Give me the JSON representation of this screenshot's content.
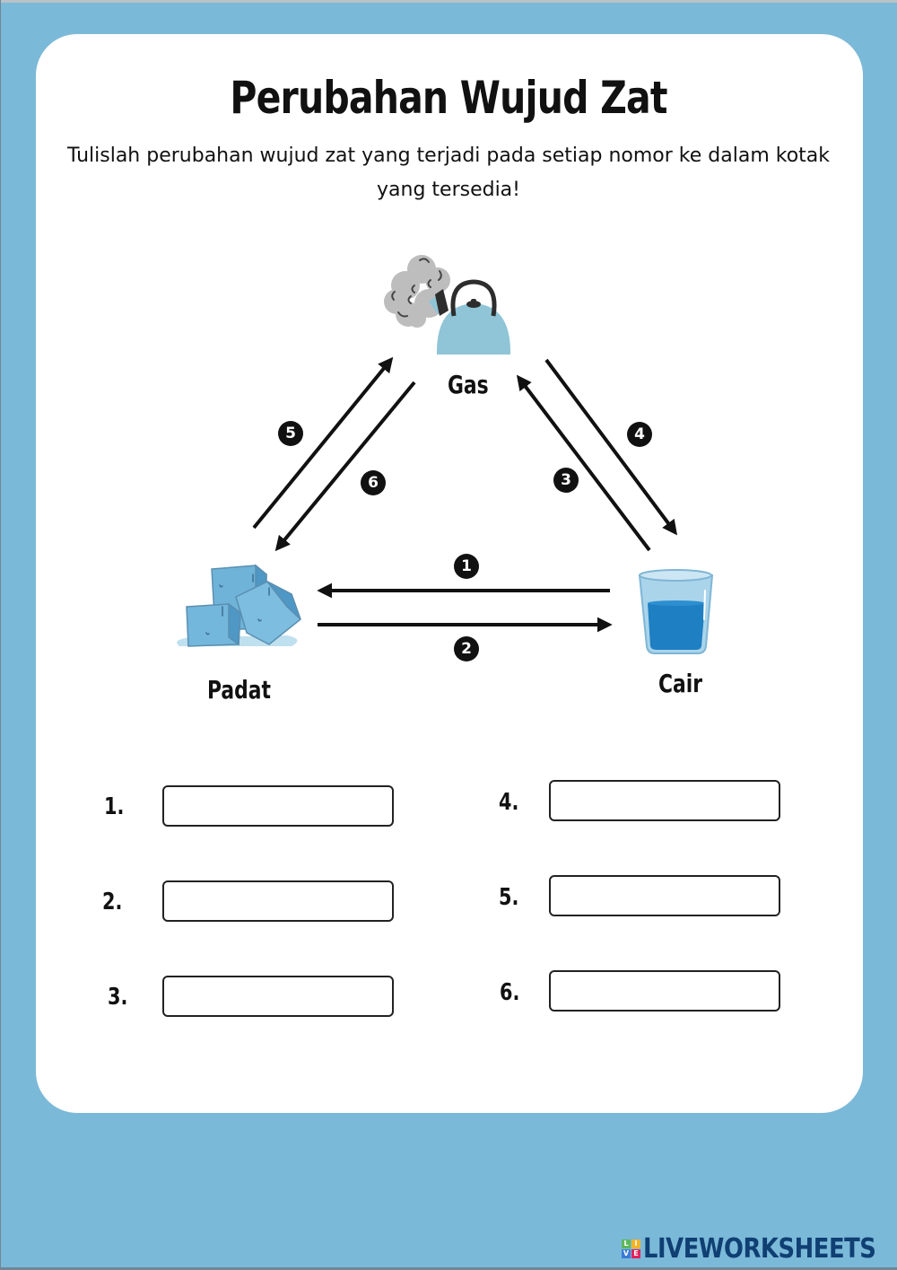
{
  "worksheet": {
    "title": "Perubahan Wujud Zat",
    "instruction": "Tulislah perubahan wujud zat yang terjadi pada setiap nomor ke dalam kotak yang tersedia!"
  },
  "diagram": {
    "states": {
      "gas": "Gas",
      "solid": "Padat",
      "liquid": "Cair"
    },
    "arrows": [
      {
        "number": "1",
        "from": "Cair",
        "to": "Padat"
      },
      {
        "number": "2",
        "from": "Padat",
        "to": "Cair"
      },
      {
        "number": "3",
        "from": "Cair",
        "to": "Gas"
      },
      {
        "number": "4",
        "from": "Gas",
        "to": "Cair"
      },
      {
        "number": "5",
        "from": "Padat",
        "to": "Gas"
      },
      {
        "number": "6",
        "from": "Gas",
        "to": "Padat"
      }
    ],
    "icons": {
      "gas": "kettle-steam-icon",
      "solid": "ice-cubes-icon",
      "liquid": "water-glass-icon"
    }
  },
  "answers": [
    {
      "label": "1.",
      "value": ""
    },
    {
      "label": "2.",
      "value": ""
    },
    {
      "label": "3.",
      "value": ""
    },
    {
      "label": "4.",
      "value": ""
    },
    {
      "label": "5.",
      "value": ""
    },
    {
      "label": "6.",
      "value": ""
    }
  ],
  "branding": {
    "logo_text": "LIVEWORKSHEETS",
    "logo_tiles": [
      "L",
      "I",
      "V",
      "E"
    ],
    "logo_tile_colors": [
      "#5cb85c",
      "#f0b429",
      "#3a7bd5",
      "#e0245e"
    ]
  },
  "colors": {
    "background": "#7bb9d8",
    "card": "#ffffff",
    "brand": "#0f3f73"
  }
}
